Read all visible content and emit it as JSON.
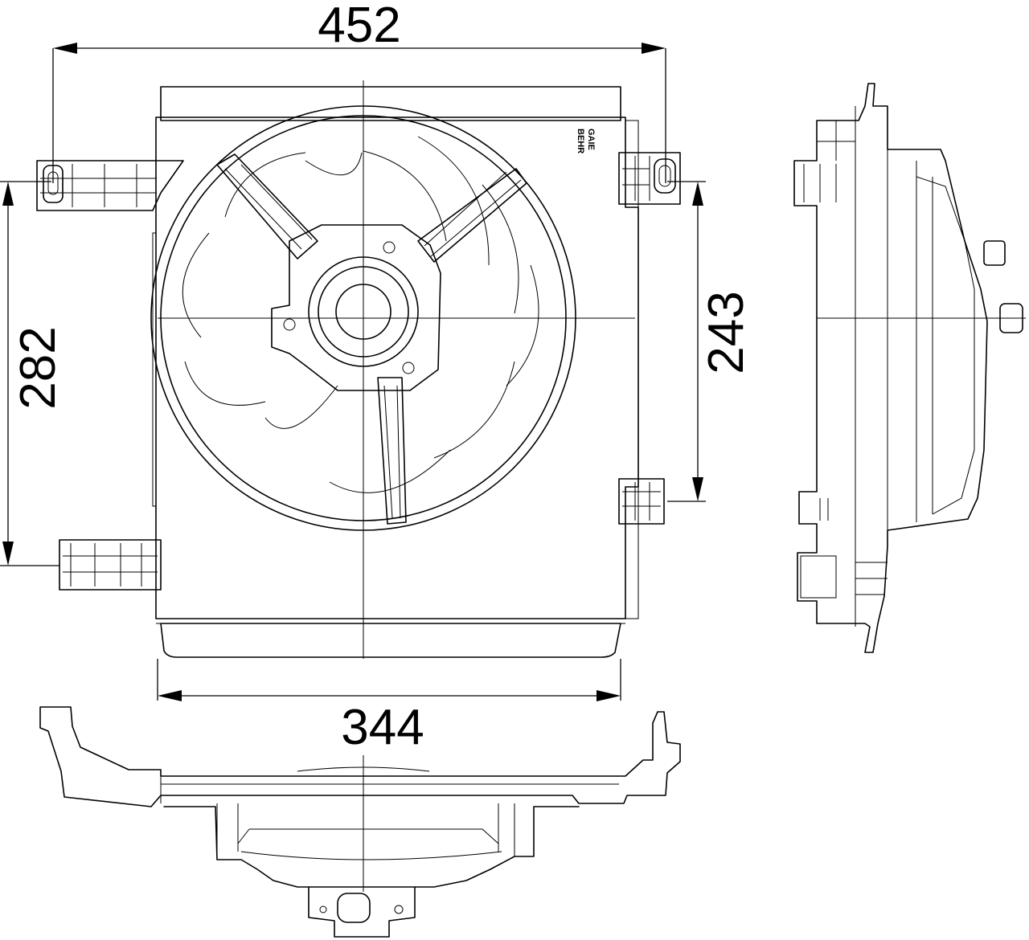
{
  "dimensions": {
    "overall_width": "452",
    "frame_width": "344",
    "overall_height": "282",
    "mount_height": "243"
  },
  "stamp": {
    "line1": "GAIE",
    "line2": "BEHR"
  },
  "colors": {
    "line": "#000000",
    "background": "#ffffff"
  }
}
